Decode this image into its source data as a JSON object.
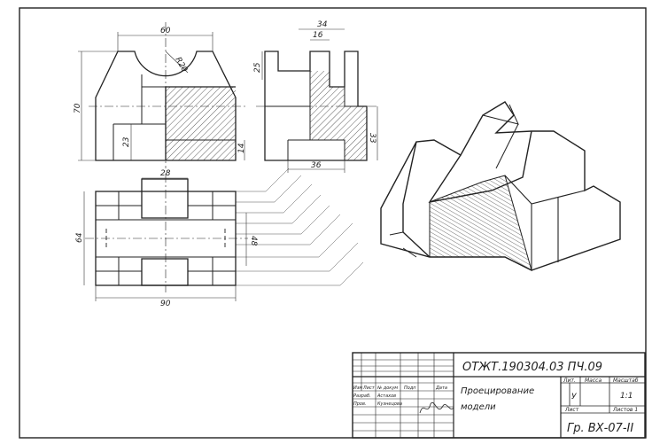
{
  "dimensions": {
    "front_width": "60",
    "radius": "R20",
    "height_total": "70",
    "upper_height": "25",
    "lower_left": "23",
    "right_small": "14",
    "side_width": "34",
    "side_slot": "16",
    "side_height": "33",
    "side_bottom": "36",
    "top_slot": "28",
    "top_depth": "64",
    "top_width": "90",
    "top_offset": "48"
  },
  "title_block": {
    "doc_code": "ОТЖТ.190304.03 ПЧ.09",
    "title_line1": "Проецирование",
    "title_line2": "модели",
    "lit_label": "Лит.",
    "mass_label": "Масса",
    "scale_label": "Масштаб",
    "lit_value": "У",
    "scale_value": "1:1",
    "sheet_label": "Лист",
    "sheets_label": "Листов 1",
    "group": "Гр. ВХ-07-II",
    "hdr_izm": "Изм",
    "hdr_list": "Лист",
    "hdr_doc": "№ докум",
    "hdr_sign": "Подп",
    "hdr_date": "Дата",
    "role_dev": "Разраб.",
    "name_dev": "Астахов",
    "role_check": "Пров.",
    "name_check": "Кузнецова"
  }
}
